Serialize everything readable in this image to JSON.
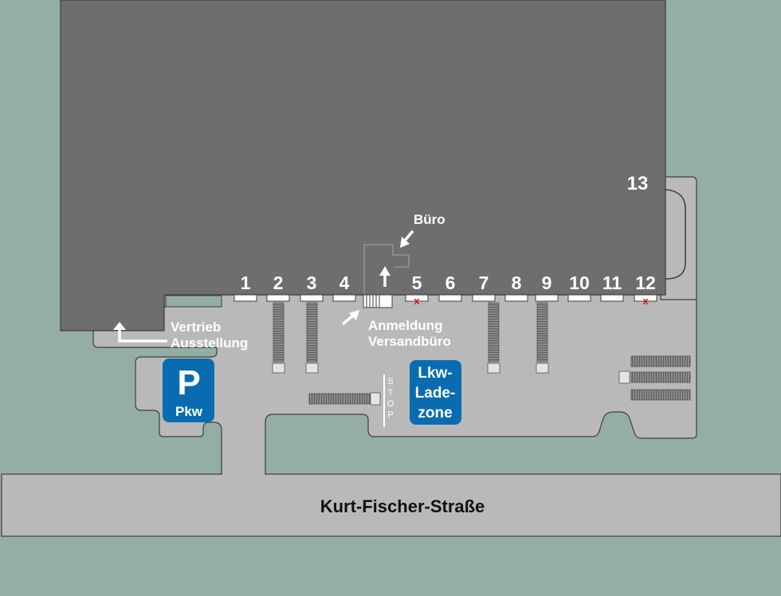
{
  "colors": {
    "background": "#94aea6",
    "building": "#6e6e6e",
    "ground": "#b9b9b9",
    "parking_sign": "#0a6cb0",
    "blocked_marker": "#e3121a"
  },
  "building": {
    "gate_13": "13"
  },
  "gates": [
    {
      "label": "1",
      "blocked": false
    },
    {
      "label": "2",
      "blocked": false
    },
    {
      "label": "3",
      "blocked": false
    },
    {
      "label": "4",
      "blocked": false
    },
    {
      "label": "5",
      "blocked": true
    },
    {
      "label": "6",
      "blocked": false
    },
    {
      "label": "7",
      "blocked": false
    },
    {
      "label": "8",
      "blocked": false
    },
    {
      "label": "9",
      "blocked": false
    },
    {
      "label": "10",
      "blocked": false
    },
    {
      "label": "11",
      "blocked": false
    },
    {
      "label": "12",
      "blocked": true
    }
  ],
  "blocked_marker": "x",
  "labels": {
    "buero": "Büro",
    "vertrieb_line1": "Vertrieb",
    "vertrieb_line2": "Ausstellung",
    "anmeldung_line1": "Anmeldung",
    "anmeldung_line2": "Versandbüro",
    "stop": [
      "S",
      "T",
      "O",
      "P"
    ]
  },
  "parking": {
    "symbol": "P",
    "caption": "Pkw"
  },
  "truck_zone": {
    "line1": "Lkw-",
    "line2": "Lade-",
    "line3": "zone"
  },
  "street": {
    "name": "Kurt-Fischer-Straße"
  },
  "icons": {
    "arrow_vertrieb": "arrow-up-left-icon",
    "arrow_buero": "arrow-down-left-icon",
    "arrow_entrance": "arrow-up-icon",
    "arrow_anmeldung": "arrow-up-right-icon"
  }
}
